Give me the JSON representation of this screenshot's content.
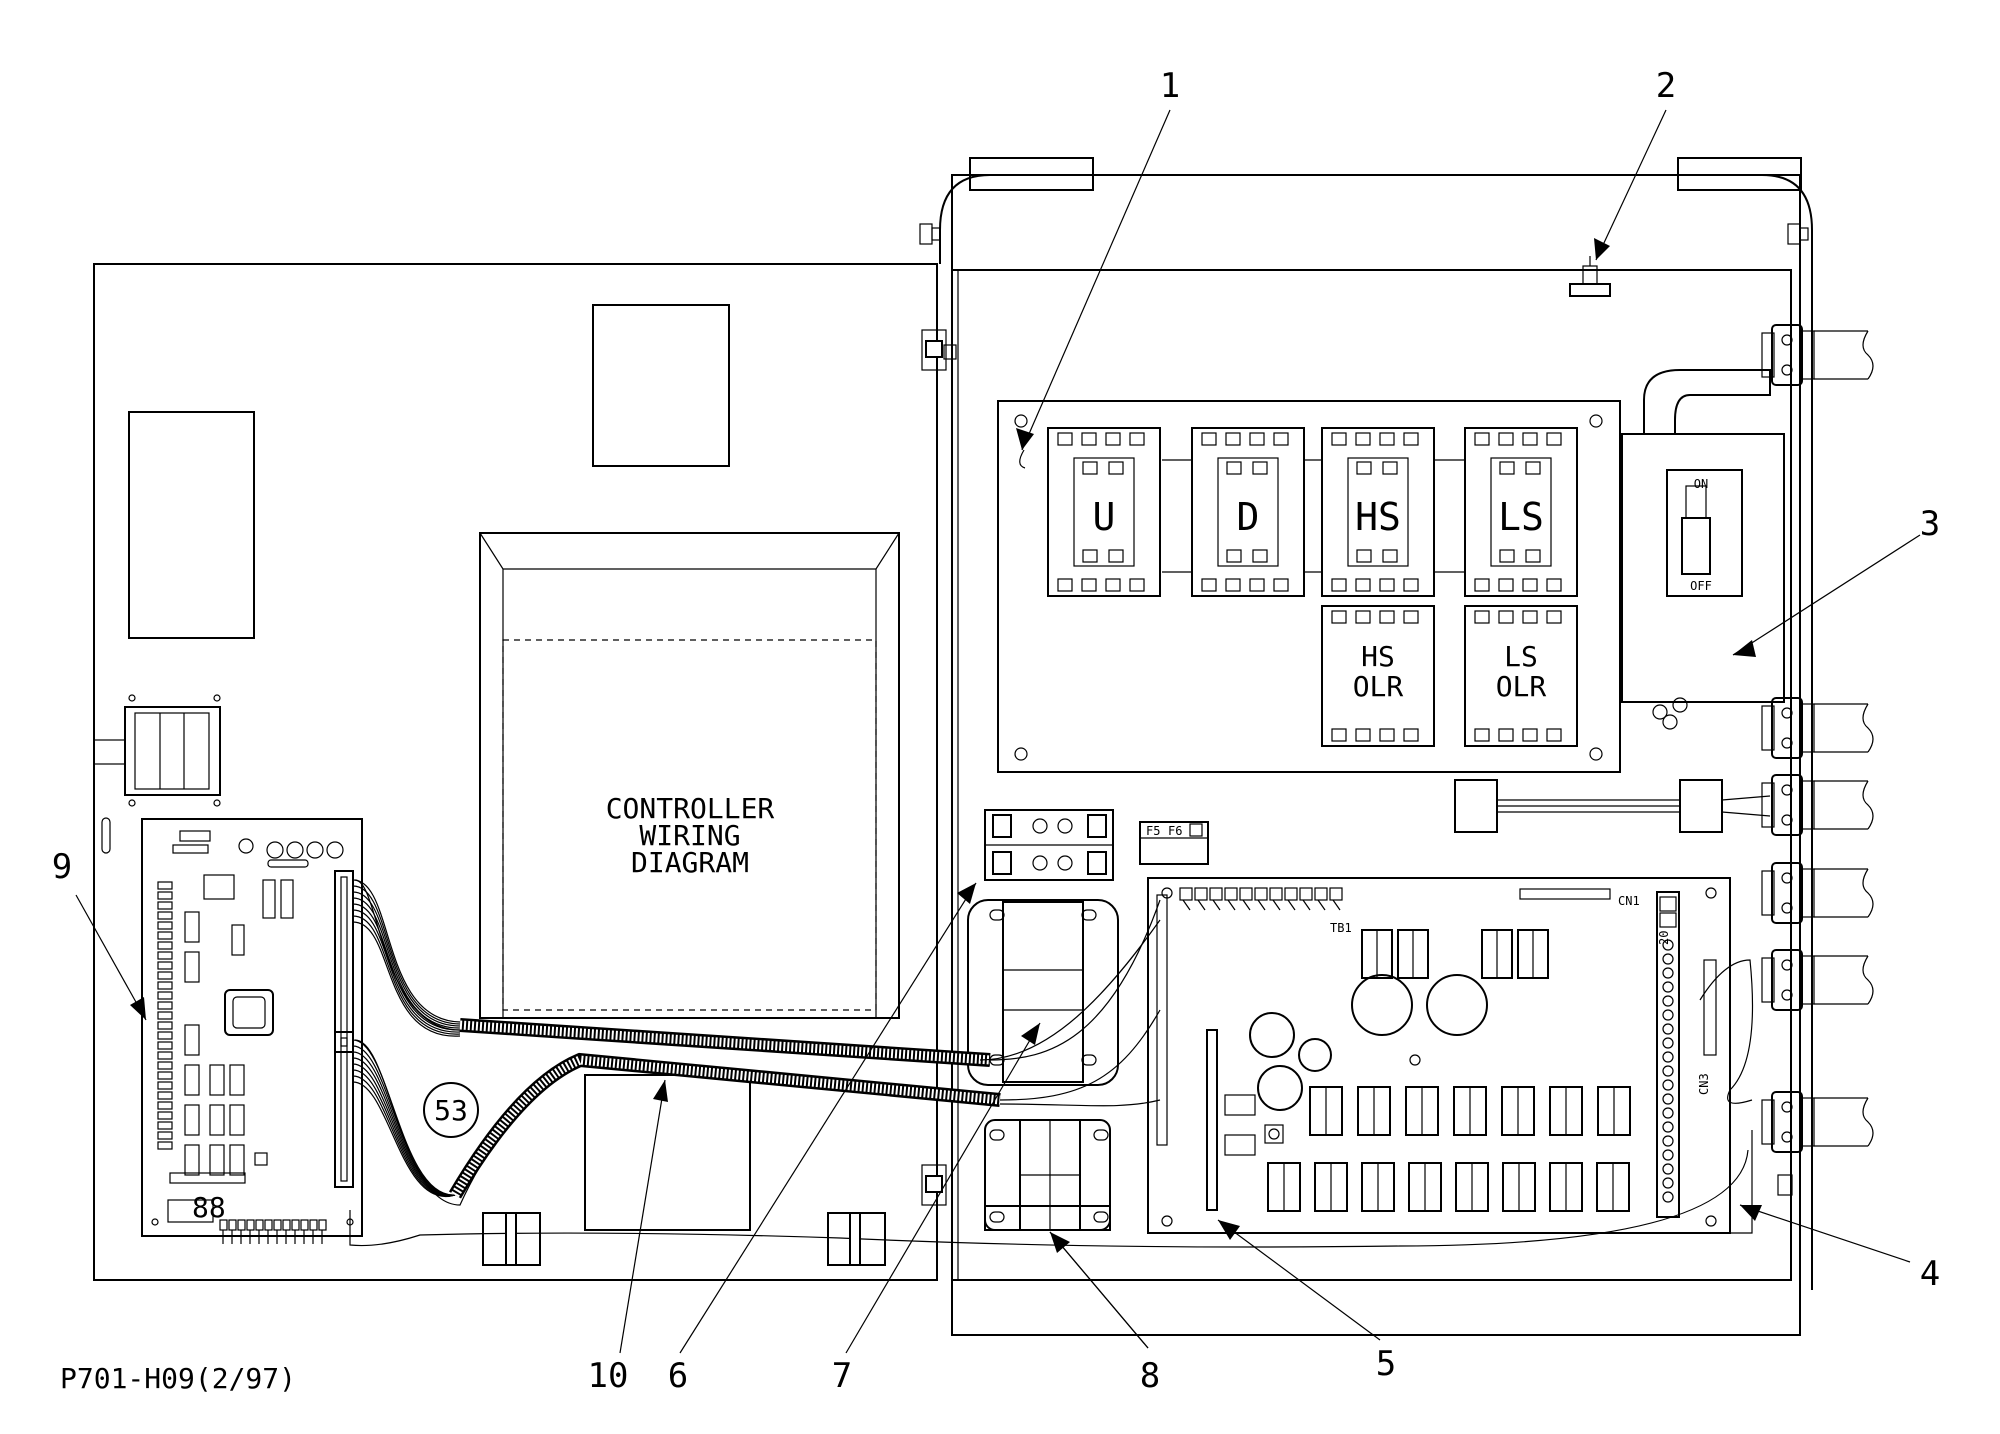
{
  "drawing_id": "P701-H09(2/97)",
  "callouts": [
    "1",
    "2",
    "3",
    "4",
    "5",
    "6",
    "7",
    "8",
    "9",
    "10"
  ],
  "door_labels": {
    "wiring_diagram": [
      "CONTROLLER",
      "WIRING",
      "DIAGRAM"
    ],
    "tag_number": "53"
  },
  "contactors": {
    "up": "U",
    "down": "D",
    "high_speed": "HS",
    "low_speed": "LS",
    "hs_olr": [
      "HS",
      "OLR"
    ],
    "ls_olr": [
      "LS",
      "OLR"
    ]
  },
  "disconnect": {
    "on": "ON",
    "off": "OFF"
  },
  "fuse_block": {
    "f5": "F5",
    "f6": "F6"
  },
  "relay_board": {
    "tb1": "TB1",
    "cn1": "CN1",
    "cn3": "CN3",
    "pin_20": "20"
  }
}
